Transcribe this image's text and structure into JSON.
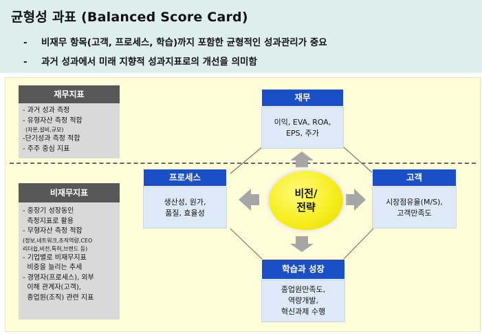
{
  "header": {
    "title": "균형성 과표 (Balanced Score Card)",
    "bullets": [
      "비재무 항목(고객, 프로세스, 학습)까지 포함한 균형적인 성과관리가 중요",
      "과거 성과에서 미래 지향적 성과지표로의 개선을 의미함"
    ],
    "bullet_marker": "-"
  },
  "financial_indicators": {
    "title": "재무지표",
    "items": [
      "- 과거 성과 측정",
      "- 유형자산 측정 적합",
      "(자본,설비,규모)",
      "-단기성과 측정 적합",
      "- 주주 중심 지표"
    ]
  },
  "nonfinancial_indicators": {
    "title": "비재무지표",
    "items": [
      "- 중장기 성장동인",
      "  측정지표로 활용",
      "- 무형자산 측정 적합",
      "(정보,네트워크,조직역량,CEO",
      "리더쉽,비전,특허,브랜드 등)",
      "- 기업별로 비재무지표",
      "  비중을 늘리는 추세",
      "- 경영자(프로세스), 외부",
      "  이해 관계자(고객),",
      "  종업원(조직) 관련 지표"
    ]
  },
  "center": {
    "line1": "비전/",
    "line2": "전략"
  },
  "perspectives": {
    "finance": {
      "title": "재무",
      "lines": [
        "이익, EVA, ROA,",
        "EPS, 주가"
      ]
    },
    "process": {
      "title": "프로세스",
      "lines": [
        "생산성, 원가,",
        "품질, 효율성"
      ]
    },
    "customer": {
      "title": "고객",
      "lines": [
        "시장점유율(M/S),",
        "고객만족도"
      ]
    },
    "learning": {
      "title": "학습과 성장",
      "lines": [
        "종업원만족도,",
        "역량개발,",
        "혁신과제 수행"
      ]
    }
  },
  "colors": {
    "header_bg": "#ddeeed",
    "panel_bg": "#fffed9",
    "node_header": "#1a4fc6",
    "node_body": "#dde9f7",
    "left_header": "#585858",
    "left_body": "#d9d9d9",
    "vision": "#f7ee20",
    "arrow": "#a6a6a6"
  }
}
